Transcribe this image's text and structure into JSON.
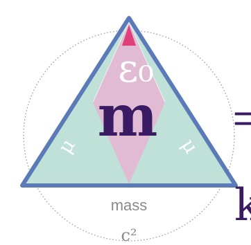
{
  "diagram": {
    "epsilon_label": "ε₀",
    "mass_symbol": "m",
    "mu_left": "μ",
    "mu_right": "μ",
    "mass_caption": "mass",
    "c_squared": "c²",
    "equals_sign": "=",
    "right_letter": "k"
  },
  "colors": {
    "triangle_edge": "#5a7ab8",
    "upper_fill": "#e4b7d3",
    "lower_left_fill": "#bfe1d7",
    "lower_right_fill": "#bfe1d7",
    "arrow": "#e0407a",
    "mass_symbol": "#3a1b63",
    "caption": "#8a8a8a",
    "right_text": "#3a1b63",
    "circle": "#9a9a9a"
  }
}
